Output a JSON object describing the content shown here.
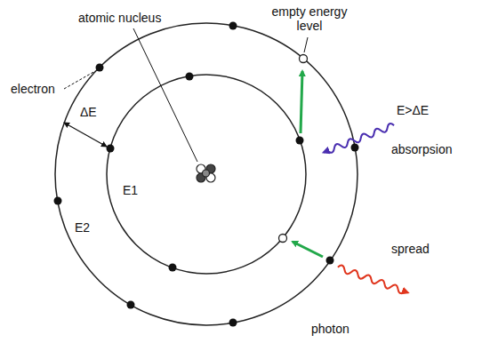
{
  "diagram": {
    "labels": [
      "atomic nucleus",
      "empty energy level",
      "electron",
      "ΔE",
      "E>ΔE",
      "absorpsion",
      "E1",
      "E2",
      "spread",
      "photon"
    ]
  }
}
